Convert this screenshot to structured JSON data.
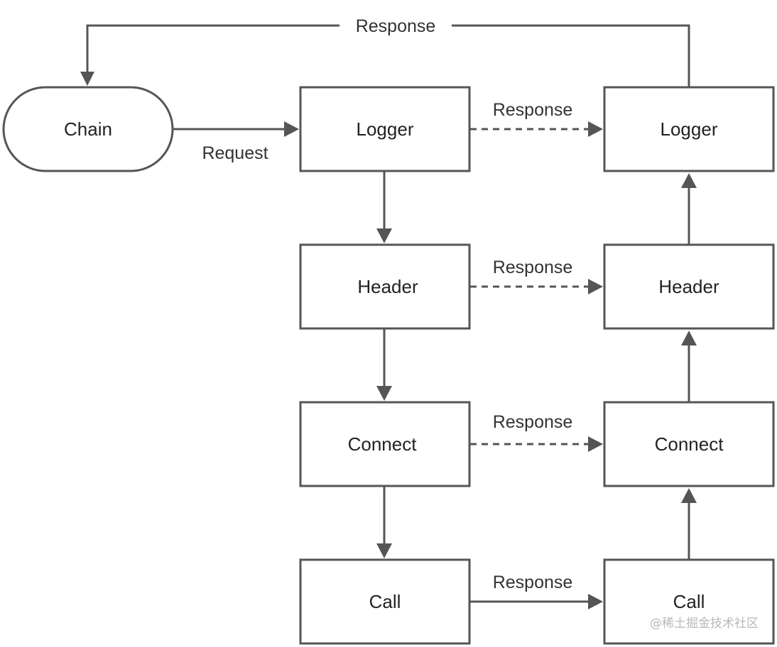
{
  "diagram": {
    "nodes": {
      "chain": "Chain",
      "logger_req": "Logger",
      "header_req": "Header",
      "connect_req": "Connect",
      "call_req": "Call",
      "logger_res": "Logger",
      "header_res": "Header",
      "connect_res": "Connect",
      "call_res": "Call"
    },
    "edges": {
      "request_label": "Request",
      "top_response_label": "Response",
      "logger_response_label": "Response",
      "header_response_label": "Response",
      "connect_response_label": "Response",
      "call_response_label": "Response"
    },
    "watermark": "@稀土掘金技术社区"
  },
  "colors": {
    "stroke": "#555555",
    "text": "#222222",
    "background": "#ffffff"
  }
}
